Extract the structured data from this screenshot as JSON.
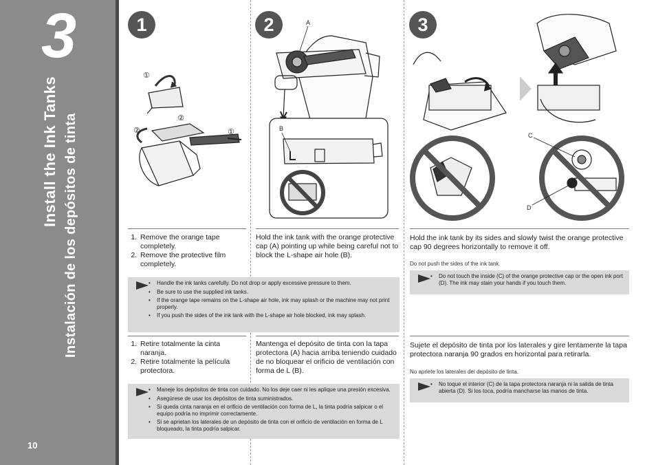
{
  "sidebar": {
    "step_number": "3",
    "title_en": "Install the Ink Tanks",
    "title_es": "Instalación de los depósitos de tinta",
    "page_number": "10"
  },
  "steps": {
    "s1": {
      "number": "1",
      "callout_1": "①",
      "callout_2": "②"
    },
    "s2": {
      "number": "2",
      "label_a": "A",
      "label_b": "B"
    },
    "s3": {
      "number": "3",
      "label_c": "C",
      "label_d": "D"
    }
  },
  "english": {
    "step1_items": [
      "Remove the orange tape completely.",
      "Remove the protective film completely."
    ],
    "step2_text": "Hold the ink tank with the orange protective cap (A) pointing up while being careful not to block the L-shape air hole (B).",
    "step3_text": "Hold the ink tank by its sides and slowly twist the orange protective cap 90 degrees horizontally to remove it off.",
    "step3_small": "Do not push the sides of the ink tank.",
    "note_left": [
      "Handle the ink tanks carefully. Do not drop or apply excessive pressure to them.",
      "Be sure to use the supplied ink tanks.",
      "If the orange tape remains on the L-shape air hole, ink may splash or the machine may not print properly.",
      "If you push the sides of the ink tank with the L-shape air hole blocked, ink may splash."
    ],
    "note_right": [
      "Do not touch the inside (C) of the orange protective cap or the open ink port (D). The ink may stain your hands if you touch them."
    ]
  },
  "spanish": {
    "step1_items": [
      "Retire totalmente la cinta naranja.",
      "Retire totalmente la película protectora."
    ],
    "step2_text": "Mantenga el depósito de tinta con la tapa protectora (A) hacia arriba teniendo cuidado de no bloquear el orificio de ventilación con forma de L (B).",
    "step3_text": "Sujete el depósito de tinta por los laterales y gire lentamente la tapa protectora naranja 90 grados en horizontal para retirarla.",
    "step3_small": "No apriete los laterales del depósito de tinta.",
    "note_left": [
      "Maneje los depósitos de tinta con cuidado. No los deje caer ni les aplique una presión excesiva.",
      "Asegúrese de usar los depósitos de tinta suministrados.",
      "Si queda cinta naranja en el orificio de ventilación con forma de L, la tinta podría salpicar o el equipo podría no imprimir correctamente.",
      "Si se aprietan los laterales de un depósito de tinta con el orificio de ventilación en forma de L bloqueado, la tinta podría salpicar."
    ],
    "note_right": [
      "No toque el interior (C) de la tapa protectora naranja ni la salida de tinta abierta (D). Si los toca, podría mancharse las manos de tinta."
    ]
  }
}
